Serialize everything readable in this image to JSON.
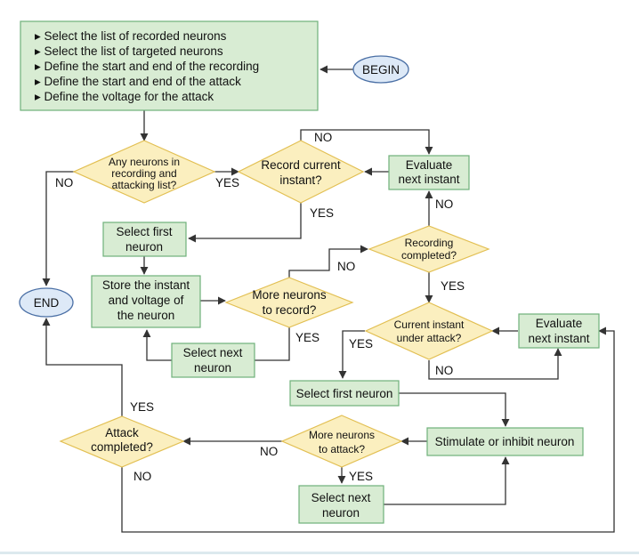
{
  "colors": {
    "process_fill": "#d8ecd3",
    "process_stroke": "#6fb07a",
    "decision_fill": "#fbefbf",
    "decision_stroke": "#e2bf52",
    "terminal_fill": "#dde9f7",
    "terminal_stroke": "#4a6fa5",
    "line": "#333333"
  },
  "nodes": {
    "init_steps": [
      "Select the list of recorded neurons",
      "Select the list of targeted neurons",
      "Define the start and end of the recording",
      "Define the start and end of the attack",
      "Define the voltage for the attack"
    ],
    "begin": "BEGIN",
    "end": "END",
    "any_neurons": [
      "Any neurons in",
      "recording and",
      "attacking list?"
    ],
    "record_current": [
      "Record current",
      "instant?"
    ],
    "evaluate_next_top": [
      "Evaluate",
      "next instant"
    ],
    "select_first_neuron_top": [
      "Select first",
      "neuron"
    ],
    "recording_completed": [
      "Recording",
      "completed?"
    ],
    "store_instant": [
      "Store the instant",
      "and voltage of",
      "the neuron"
    ],
    "more_neurons_record": [
      "More neurons",
      "to record?"
    ],
    "select_next_neuron_top": [
      "Select next",
      "neuron"
    ],
    "current_under_attack": [
      "Current instant",
      "under attack?"
    ],
    "evaluate_next_right": [
      "Evaluate",
      "next instant"
    ],
    "select_first_neuron_bottom": "Select first neuron",
    "stimulate": "Stimulate or inhibit neuron",
    "more_neurons_attack": [
      "More neurons",
      "to attack?"
    ],
    "attack_completed": [
      "Attack",
      "completed?"
    ],
    "select_next_neuron_bottom": [
      "Select next",
      "neuron"
    ]
  },
  "edge_labels": {
    "no_any_neurons": "NO",
    "yes_any_neurons": "YES",
    "no_record_top": "NO",
    "yes_record_current": "YES",
    "no_evaluate": "NO",
    "no_recording_completed": "NO",
    "yes_recording_completed": "YES",
    "yes_more_record": "YES",
    "yes_under_attack": "YES",
    "no_under_attack": "NO",
    "yes_attack_completed": "YES",
    "no_more_attack": "NO",
    "no_attack_completed": "NO",
    "yes_more_attack": "YES"
  }
}
